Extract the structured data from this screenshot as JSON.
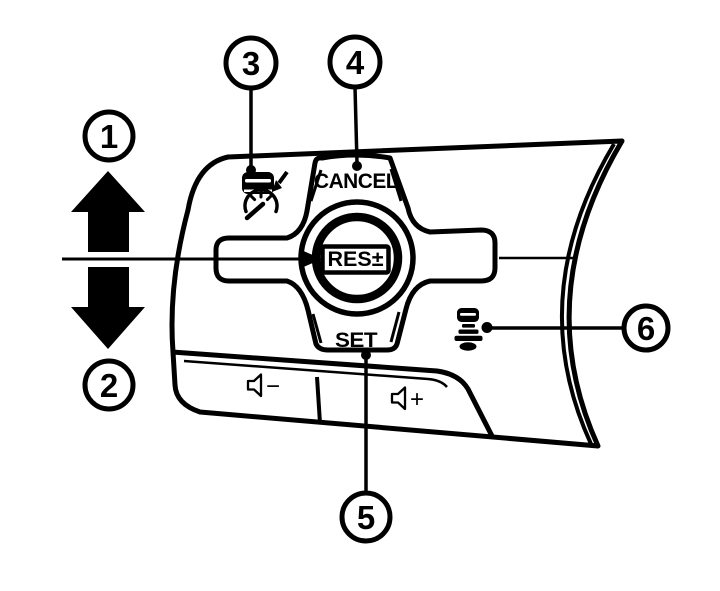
{
  "diagram": {
    "background_color": "#ffffff",
    "line_color": "#000000",
    "callouts": [
      {
        "number": "1",
        "points_to": "tilt-pad-up-arrow"
      },
      {
        "number": "2",
        "points_to": "tilt-pad-down-arrow"
      },
      {
        "number": "3",
        "points_to": "cruise-assist-icon"
      },
      {
        "number": "4",
        "points_to": "cancel-button"
      },
      {
        "number": "5",
        "points_to": "set-button"
      },
      {
        "number": "6",
        "points_to": "following-distance-icon"
      }
    ],
    "buttons": {
      "cancel": "CANCEL",
      "set": "SET",
      "resume_speed": "RES±",
      "volume_down_sign": "−",
      "volume_up_sign": "+"
    },
    "icons": {
      "cruise_assist": "car-over-speedometer-with-arrow",
      "following_distance": "car-with-distance-bars",
      "volume_down": "speaker-minus",
      "volume_up": "speaker-plus",
      "tilt_up": "solid-up-arrow",
      "tilt_down": "solid-down-arrow"
    }
  }
}
